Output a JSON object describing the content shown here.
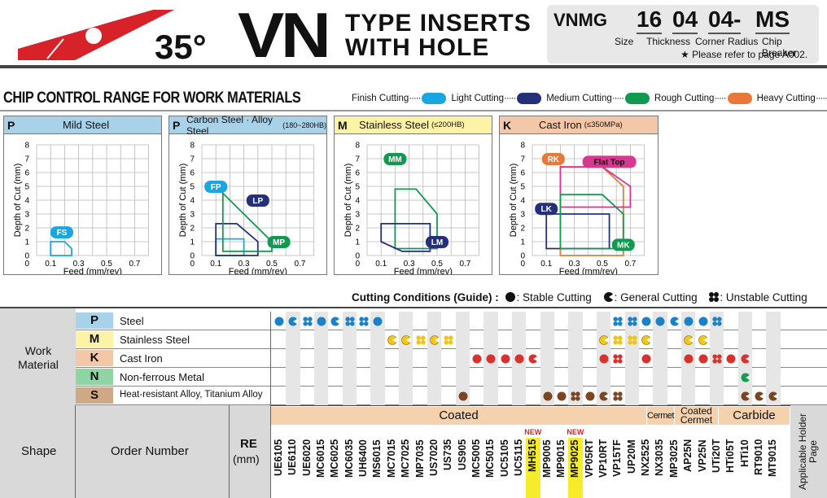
{
  "header": {
    "angle": "35°",
    "code_letters": "VN",
    "title_line1": "TYPE INSERTS",
    "title_line2": "WITH HOLE",
    "example": {
      "prefix": "VNMG",
      "size": "16",
      "thickness": "04",
      "corner_radius": "04-",
      "chip_breaker": "MS",
      "labels": [
        "Size",
        "Thickness",
        "Corner Radius",
        "Chip Breaker"
      ],
      "note": "★ Please refer to page A002."
    }
  },
  "chip_control": {
    "title": "CHIP CONTROL RANGE FOR WORK MATERIALS",
    "legend": [
      {
        "label": "Finish Cutting",
        "color": "#1aa7e0"
      },
      {
        "label": "Light Cutting",
        "color": "#24307a"
      },
      {
        "label": "Medium Cutting",
        "color": "#109a50"
      },
      {
        "label": "Rough Cutting",
        "color": "#e8793a"
      },
      {
        "label": "Heavy Cutting",
        "color": "#d6398f"
      }
    ],
    "y_label": "Depth of Cut (mm)",
    "x_label": "Feed (mm/rev)",
    "y_ticks": [
      "0",
      "1",
      "2",
      "3",
      "4",
      "5",
      "6",
      "7",
      "8"
    ],
    "x_ticks": [
      "0.1",
      "0.3",
      "0.5",
      "0.7"
    ],
    "panels": [
      {
        "letter": "P",
        "title": "Mild Steel",
        "sub": "",
        "bg": "#a8d2ea",
        "breakers": [
          "FS"
        ]
      },
      {
        "letter": "P",
        "title": "Carbon Steel · Alloy Steel",
        "sub": "(180~280HB)",
        "bg": "#a8d2ea",
        "breakers": [
          "FP",
          "LP",
          "MP"
        ]
      },
      {
        "letter": "M",
        "title": "Stainless Steel",
        "sub": "(≤200HB)",
        "bg": "#fdf3a6",
        "breakers": [
          "MM",
          "LM"
        ]
      },
      {
        "letter": "K",
        "title": "Cast Iron",
        "sub": "(≤350MPa)",
        "bg": "#f5c7a9",
        "breakers": [
          "RK",
          "Flat Top",
          "LK",
          "MK"
        ]
      }
    ]
  },
  "conditions": {
    "title": "Cutting Conditions (Guide) :",
    "stable": ": Stable Cutting",
    "general": ": General Cutting",
    "unstable": ": Unstable Cutting"
  },
  "table": {
    "work_material": "Work Material",
    "materials": [
      {
        "letter": "P",
        "name": "Steel",
        "color": "#a8d2ea"
      },
      {
        "letter": "M",
        "name": "Stainless Steel",
        "color": "#fdf3a6"
      },
      {
        "letter": "K",
        "name": "Cast Iron",
        "color": "#f5c7a9"
      },
      {
        "letter": "N",
        "name": "Non-ferrous Metal",
        "color": "#8fd4a4"
      },
      {
        "letter": "S",
        "name": "Heat-resistant Alloy, Titanium Alloy",
        "color": "#cfa986"
      }
    ],
    "shape": "Shape",
    "order_number": "Order Number",
    "re": "RE",
    "re_unit": "(mm)",
    "groups": [
      {
        "label": "Coated"
      },
      {
        "label": "Cermet"
      },
      {
        "label": "Coated Cermet"
      },
      {
        "label": "Carbide"
      }
    ],
    "holder_page": "Applicable Holder Page",
    "new_badge": "NEW",
    "grades": [
      "UE6105",
      "UE6110",
      "UE6020",
      "MC6015",
      "MC6025",
      "MC6035",
      "UH6400",
      "MS6015",
      "MC7015",
      "MC7025",
      "MP7035",
      "US7020",
      "US735",
      "US905",
      "MC5005",
      "MC5015",
      "UC5105",
      "UC5115",
      "MH515",
      "MP9005",
      "MP9015",
      "MP9025",
      "VP05RT",
      "VP10RT",
      "VP15TF",
      "UP20M",
      "NX2525",
      "NX3035",
      "MP3025",
      "AP25N",
      "VP25N",
      "UTi20T",
      "HTi05T",
      "HTi10",
      "RT9010",
      "MT9015"
    ]
  }
}
